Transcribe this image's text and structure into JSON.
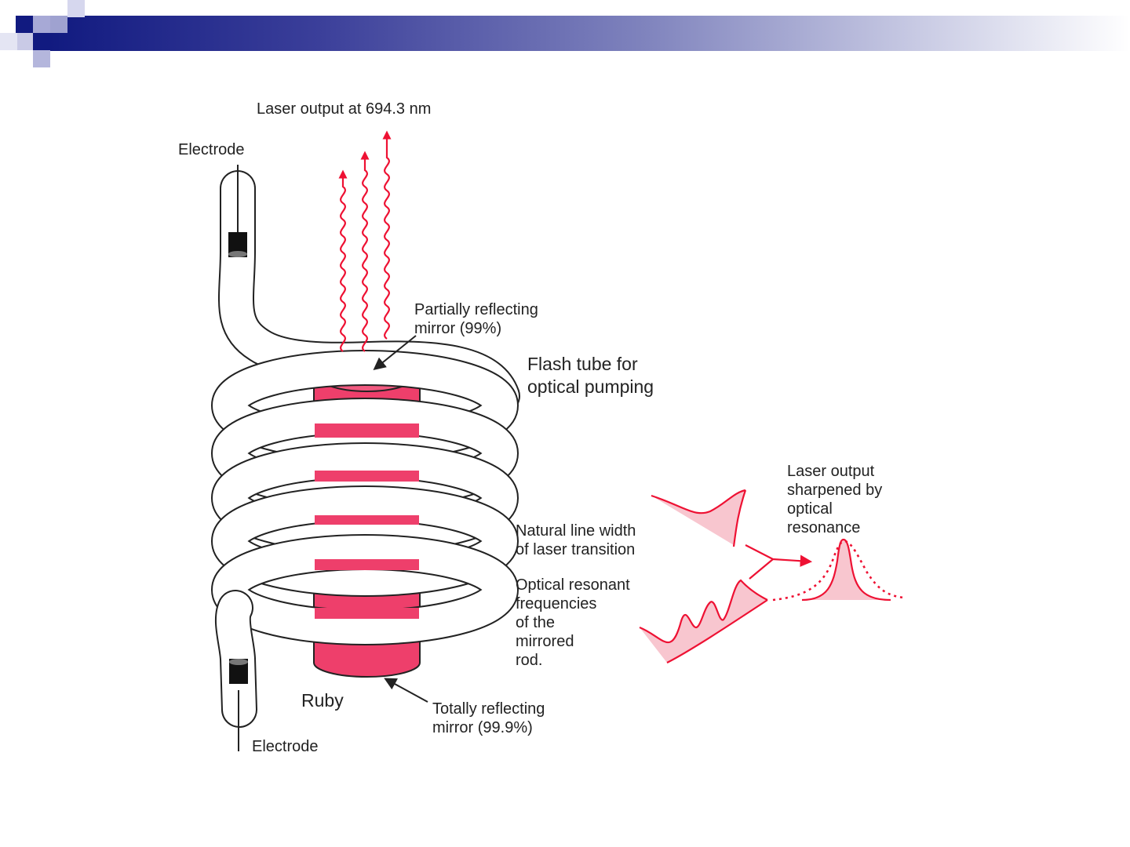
{
  "slide": {
    "accent_dark": "#111a80",
    "accent_light": "#8f92c8",
    "ruby_color": "#ee3f6b",
    "laser_color": "#ee1133"
  },
  "diagram": {
    "laser_output_top": "Laser output at 694.3 nm",
    "electrode_top": "Electrode",
    "partially_reflecting": [
      "Partially reflecting",
      "mirror (99%)"
    ],
    "flash_tube": [
      "Flash tube for",
      "optical pumping"
    ],
    "laser_output_sharpened": [
      "Laser output",
      "sharpened by",
      "optical",
      "resonance"
    ],
    "natural_line_width": [
      "Natural line width",
      "of laser transition"
    ],
    "optical_resonant": [
      "Optical resonant",
      "frequencies",
      "of the",
      "mirrored",
      "rod."
    ],
    "ruby": "Ruby",
    "totally_reflecting": [
      "Totally reflecting",
      "mirror (99.9%)"
    ],
    "electrode_bottom": "Electrode"
  }
}
